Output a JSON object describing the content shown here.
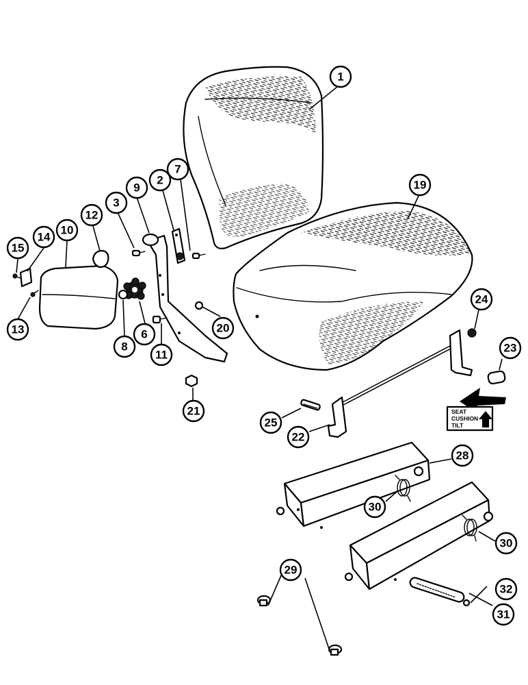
{
  "decal": {
    "line1": "SEAT",
    "line2": "CUSHION",
    "line3": "TILT"
  },
  "callouts": [
    {
      "id": "c1",
      "label": "1"
    },
    {
      "id": "c2",
      "label": "2"
    },
    {
      "id": "c3",
      "label": "3"
    },
    {
      "id": "c6",
      "label": "6"
    },
    {
      "id": "c7",
      "label": "7"
    },
    {
      "id": "c8",
      "label": "8"
    },
    {
      "id": "c9",
      "label": "9"
    },
    {
      "id": "c10",
      "label": "10"
    },
    {
      "id": "c11",
      "label": "11"
    },
    {
      "id": "c12",
      "label": "12"
    },
    {
      "id": "c13",
      "label": "13"
    },
    {
      "id": "c14",
      "label": "14"
    },
    {
      "id": "c15",
      "label": "15"
    },
    {
      "id": "c19",
      "label": "19"
    },
    {
      "id": "c20",
      "label": "20"
    },
    {
      "id": "c21",
      "label": "21"
    },
    {
      "id": "c22",
      "label": "22"
    },
    {
      "id": "c23",
      "label": "23"
    },
    {
      "id": "c24",
      "label": "24"
    },
    {
      "id": "c25",
      "label": "25"
    },
    {
      "id": "c28",
      "label": "28"
    },
    {
      "id": "c29",
      "label": "29"
    },
    {
      "id": "c30a",
      "label": "30"
    },
    {
      "id": "c30b",
      "label": "30"
    },
    {
      "id": "c31",
      "label": "31"
    },
    {
      "id": "c32",
      "label": "32"
    }
  ]
}
